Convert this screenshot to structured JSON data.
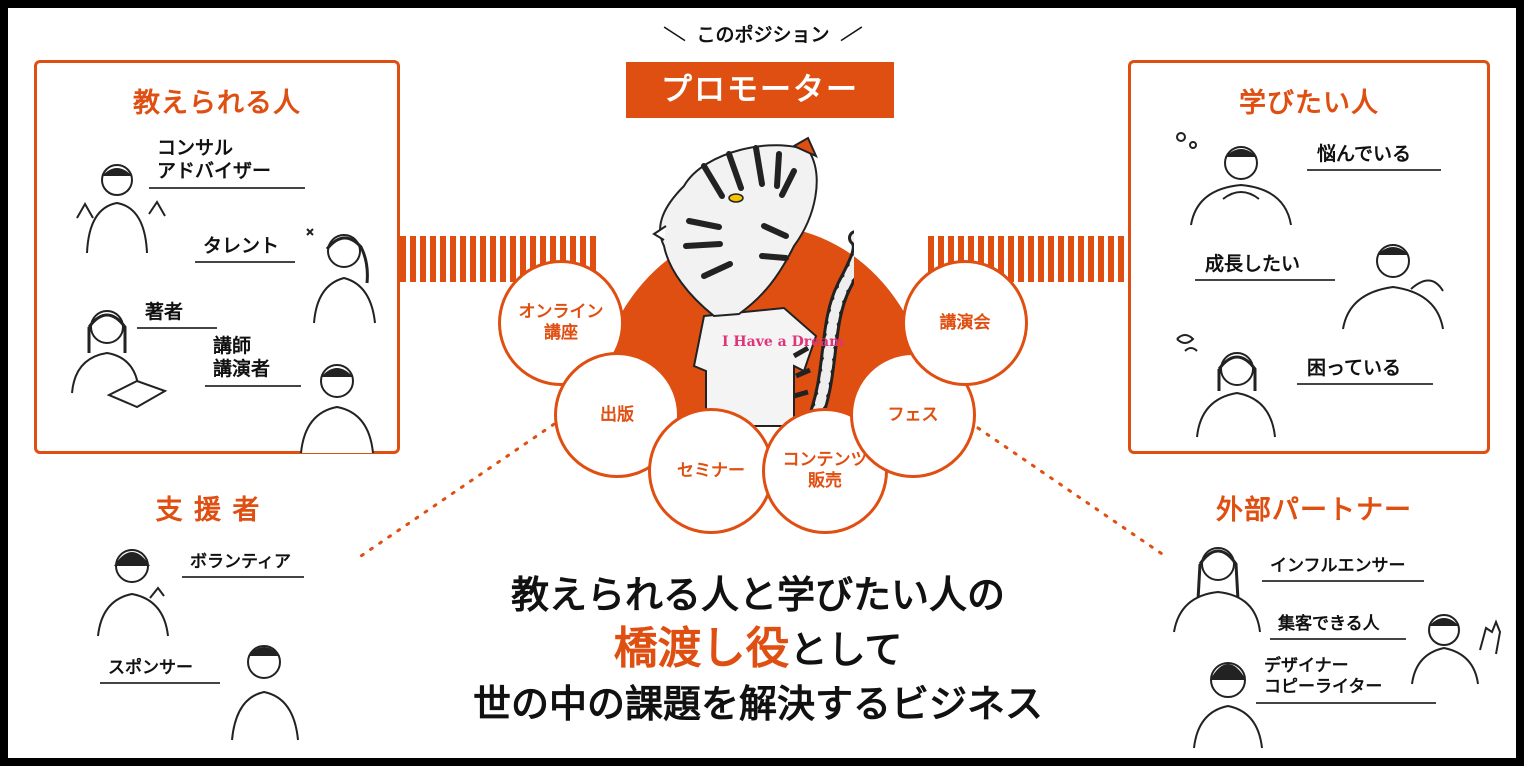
{
  "center": {
    "caption": "このポジション",
    "title": "プロモーター",
    "shirt_text": "I Have a Dream",
    "services": [
      {
        "label": "オンライン\n講座"
      },
      {
        "label": "出版"
      },
      {
        "label": "セミナー"
      },
      {
        "label": "コンテンツ\n販売"
      },
      {
        "label": "フェス"
      },
      {
        "label": "講演会"
      }
    ]
  },
  "teachers": {
    "title": "教えられる人",
    "people": [
      {
        "label": "コンサル\nアドバイザー"
      },
      {
        "label": "タレント"
      },
      {
        "label": "著者"
      },
      {
        "label": "講師\n講演者"
      }
    ]
  },
  "learners": {
    "title": "学びたい人",
    "people": [
      {
        "label": "悩んでいる"
      },
      {
        "label": "成長したい"
      },
      {
        "label": "困っている"
      }
    ]
  },
  "supporters": {
    "title": "支 援 者",
    "people": [
      {
        "label": "ボランティア"
      },
      {
        "label": "スポンサー"
      }
    ]
  },
  "partners": {
    "title": "外部パートナー",
    "people": [
      {
        "label": "インフルエンサー"
      },
      {
        "label": "集客できる人"
      },
      {
        "label": "デザイナー\nコピーライター"
      }
    ]
  },
  "headline": {
    "line1": "教えられる人と学びたい人の",
    "line2_highlight": "橋渡し役",
    "line2_rest": "として",
    "line3": "世の中の課題を解決するビジネス"
  },
  "colors": {
    "accent": "#e04f12",
    "text": "#111111",
    "frame": "#000000"
  }
}
